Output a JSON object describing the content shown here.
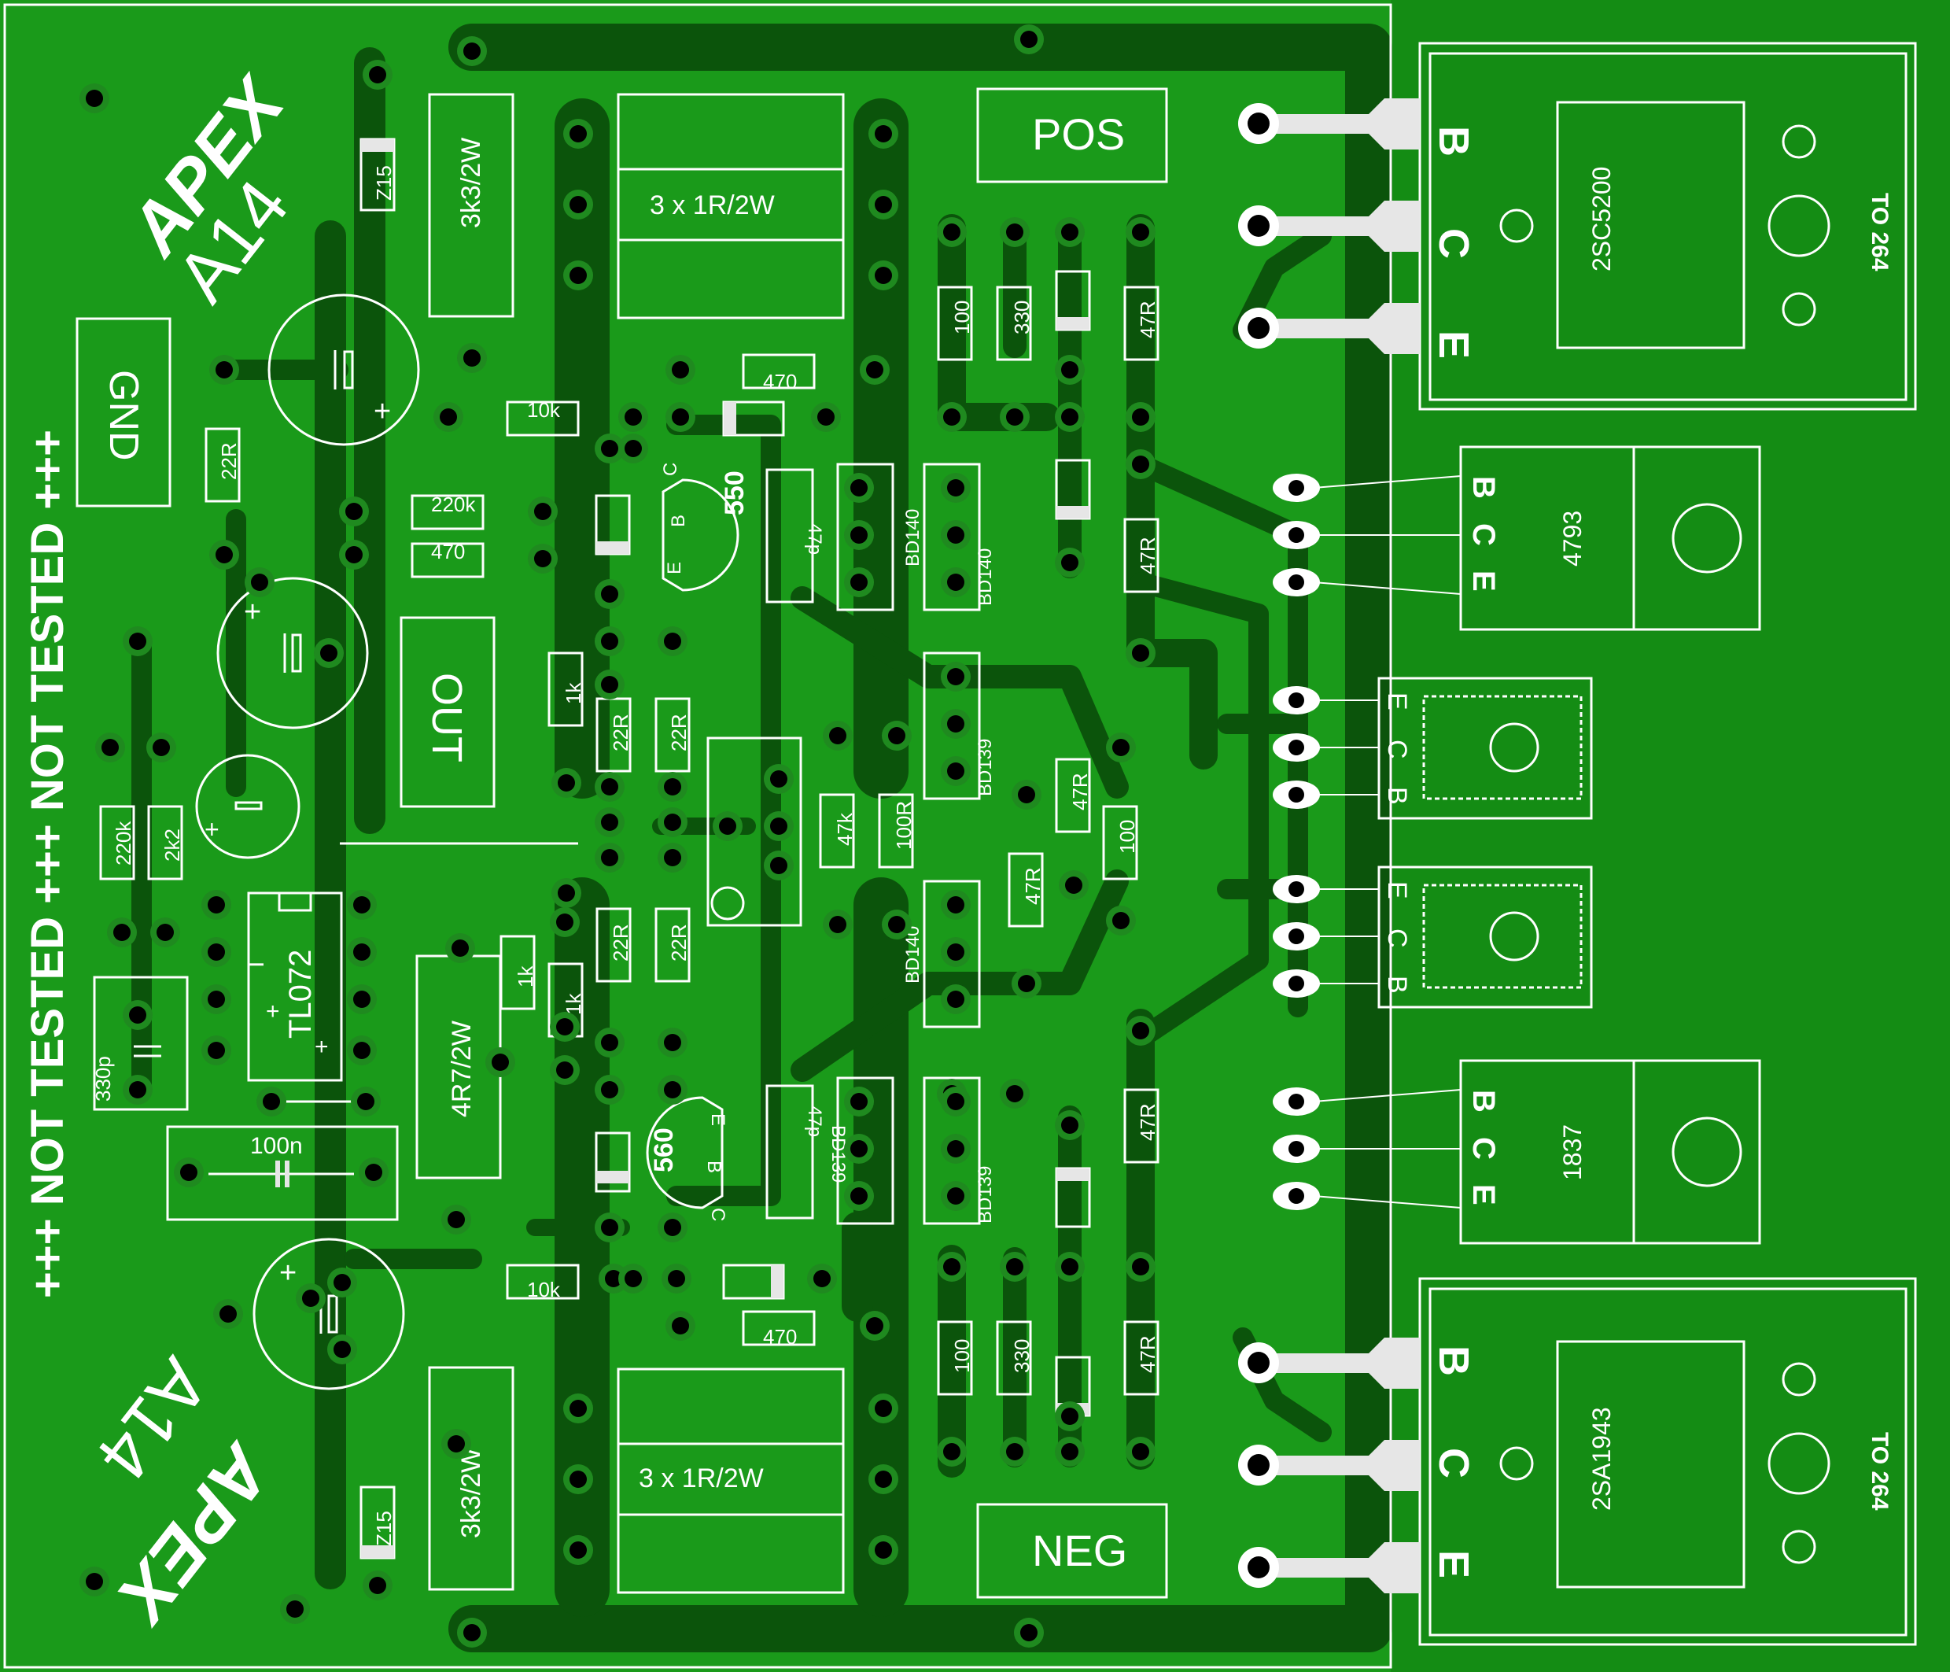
{
  "brand": "APEX",
  "model": "A14",
  "banner": "+++ NOT TESTED +++ NOT TESTED +++",
  "blocks": {
    "gnd": "GND",
    "out": "OUT",
    "pos": "POS",
    "neg": "NEG"
  },
  "package_label": "TO 264",
  "pin_letters": {
    "b": "B",
    "c": "C",
    "e": "E"
  },
  "power_transistors": {
    "top": "2SC5200",
    "bottom": "2SA1943"
  },
  "mid_transistors": {
    "top": "4793",
    "bottom": "1837"
  },
  "small_transistors": {
    "bd140": "BD140",
    "bd139": "BD139",
    "t550": "550",
    "t560": "560"
  },
  "ic": {
    "name": "TL072",
    "plus": "+",
    "minus": "I"
  },
  "resistors": {
    "r3k3": "3k3/2W",
    "r3x1r": "3 x 1R/2W",
    "r470": "470",
    "r10k": "10k",
    "r220k": "220k",
    "r22r": "22R",
    "r1k": "1k",
    "r2k2": "2k2",
    "r47k": "47k",
    "r100r": "100R",
    "r100": "100",
    "r330": "330",
    "r47r": "47R",
    "r4r7": "4R7/2W"
  },
  "capacitors": {
    "c47p": "47p",
    "c330p": "330p",
    "c100n": "100n",
    "plus": "+"
  },
  "diode": "Z15",
  "colors": {
    "board": "#148c14",
    "copper": "#0b540b",
    "silk": "#ffffff",
    "pad": "#000000"
  }
}
